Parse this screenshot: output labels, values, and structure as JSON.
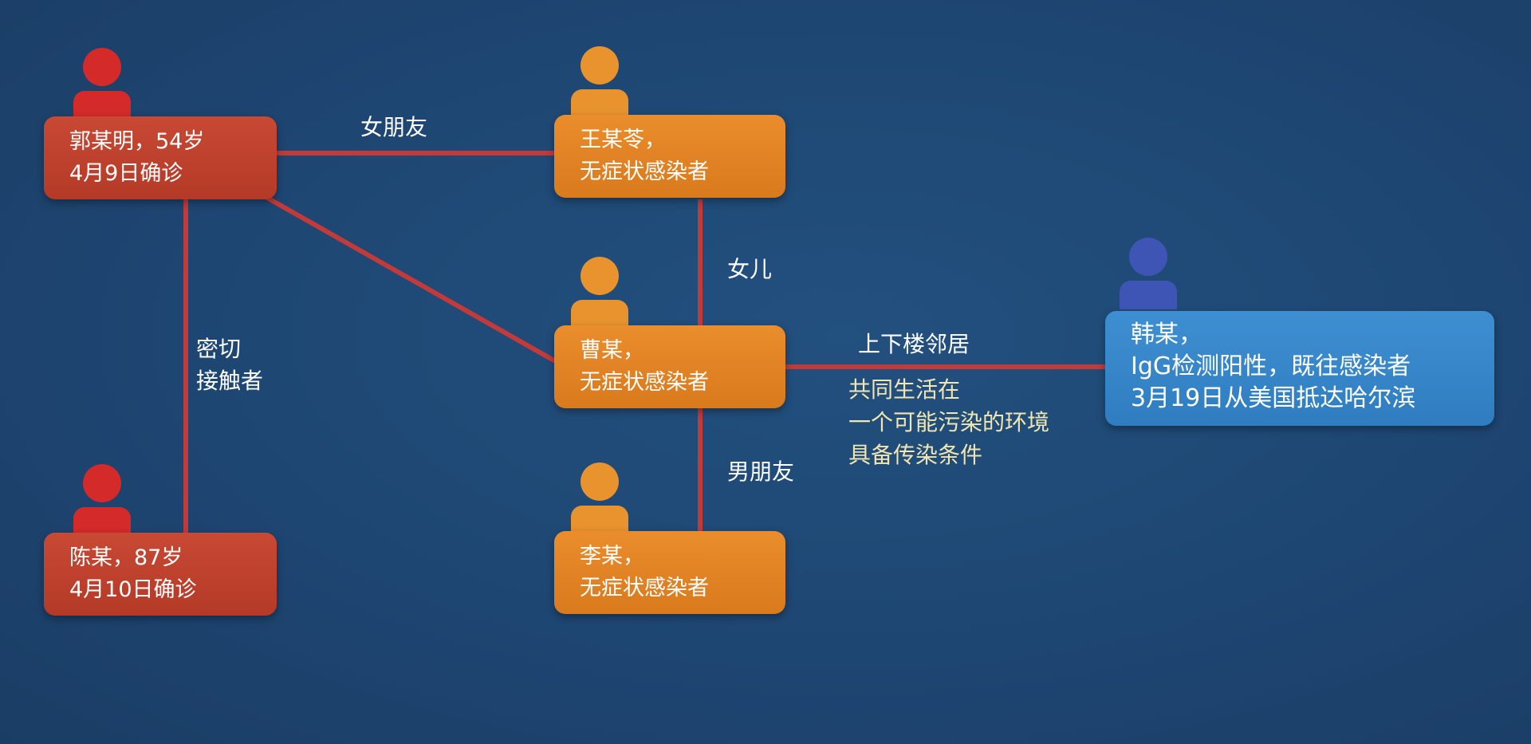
{
  "nodes": {
    "guo": {
      "line1": "郭某明，54岁",
      "line2": "4月9日确诊"
    },
    "wang": {
      "line1": "王某苓，",
      "line2": "无症状感染者"
    },
    "cao": {
      "line1": "曹某，",
      "line2": "无症状感染者"
    },
    "li": {
      "line1": "李某，",
      "line2": "无症状感染者"
    },
    "chen": {
      "line1": "陈某，87岁",
      "line2": "4月10日确诊"
    },
    "han": {
      "line1": "韩某，",
      "line2": "IgG检测阳性，既往感染者",
      "line3": "3月19日从美国抵达哈尔滨"
    }
  },
  "edges": {
    "girlfriend": "女朋友",
    "daughter": "女儿",
    "boyfriend": "男朋友",
    "close_contact_1": "密切",
    "close_contact_2": "接触者",
    "neighbor_1": "上下楼邻居",
    "neighbor_2": "共同生活在",
    "neighbor_3": "一个可能污染的环境",
    "neighbor_4": "具备传染条件"
  },
  "colors": {
    "background": "#1e4470",
    "confirmed": "#c4432f",
    "asymptomatic": "#e2862a",
    "prior_infection": "#3786c9",
    "link": "#c23a3a",
    "note_text": "#f2e6b0"
  }
}
